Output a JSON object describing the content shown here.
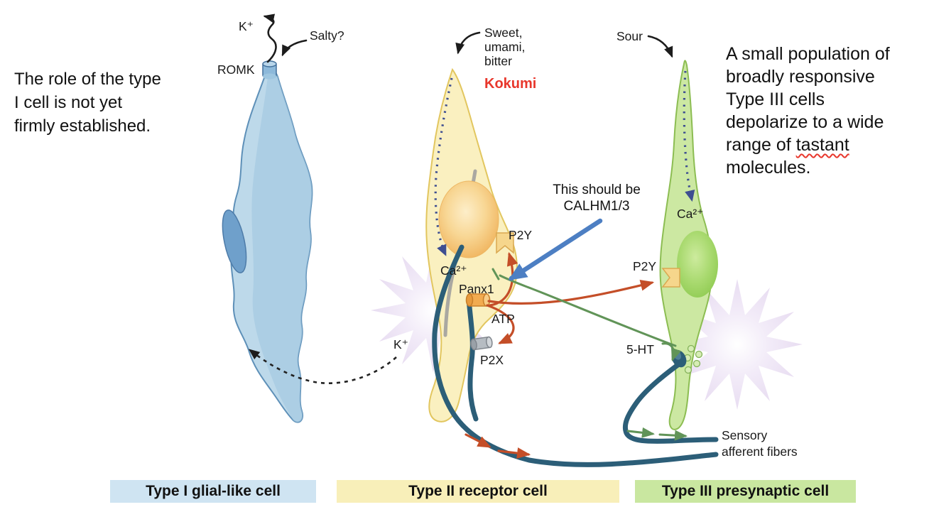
{
  "annotations": {
    "left_note": "The role of the type\nI cell is not yet\nfirmly established.",
    "right_note_before": "A small population of\nbroadly responsive\nType III cells\ndepolarize to a wide\nrange of ",
    "right_note_word": "tastant",
    "right_note_after": "\nmolecules.",
    "callout": "This should be\nCALHM1/3"
  },
  "stimuli": {
    "salty": "Salty?",
    "sweet_umami_bitter": "Sweet,\numami,\nbitter",
    "kokumi": "Kokumi",
    "sour": "Sour"
  },
  "molecules": {
    "k_top": "K⁺",
    "romk": "ROMK",
    "ca_typeII": "Ca²⁺",
    "p2y_typeII": "P2Y",
    "panx1": "Panx1",
    "atp": "ATP",
    "p2x": "P2X",
    "k_lower": "K⁺",
    "ca_typeIII": "Ca²⁺",
    "p2y_typeIII": "P2Y",
    "serotonin": "5-HT"
  },
  "fibers_label": "Sensory\nafferent fibers",
  "legend": [
    {
      "label": "Type I glial-like cell",
      "color": "#cfe4f2"
    },
    {
      "label": "Type II receptor cell",
      "color": "#f8efb9"
    },
    {
      "label": "Type III presynaptic cell",
      "color": "#c9e7a0"
    }
  ],
  "colors": {
    "typeI_fill": "#bdd9ea",
    "typeI_stroke": "#5e90b8",
    "typeII_fill": "#faf0c0",
    "typeII_stroke": "#e2c65f",
    "typeIII_fill": "#cce8a2",
    "typeIII_stroke": "#8cbd52",
    "fiber": "#2c5e78",
    "red": "#c44e28",
    "green": "#619458",
    "blue": "#4d7fc3",
    "navy": "#3e4e91",
    "kokumi": "#e8372c",
    "starburst": "#e6daf0",
    "legend_typeI": "#cfe4f2",
    "legend_typeII": "#f8efb9",
    "legend_typeIII": "#c9e7a0"
  }
}
